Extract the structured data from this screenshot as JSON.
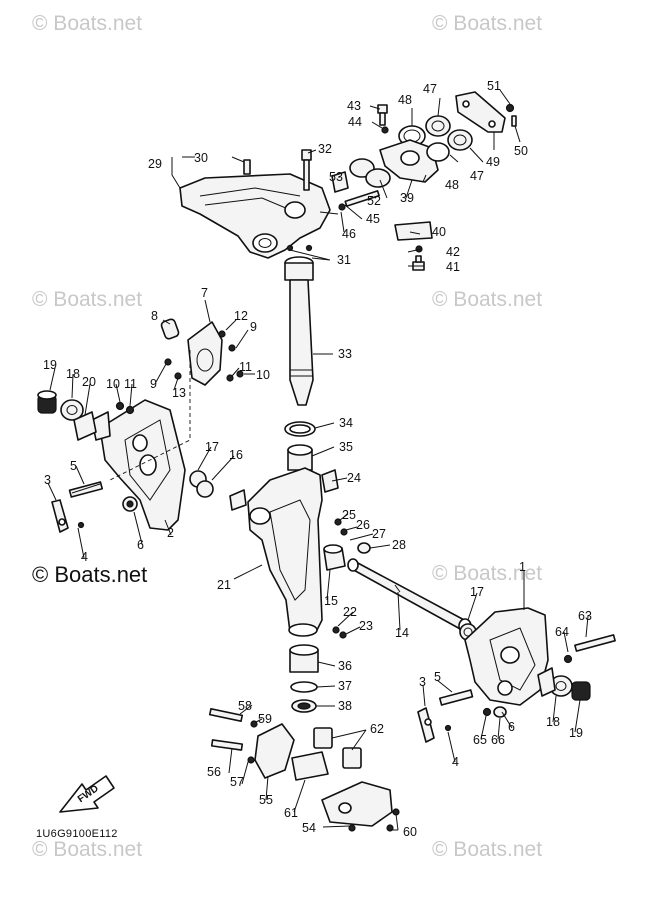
{
  "watermarks": {
    "top_left": "© Boats.net",
    "top_right": "© Boats.net",
    "mid_left": "© Boats.net",
    "mid_right": "© Boats.net",
    "left_dark": "© Boats.net",
    "lower_right": "© Boats.net",
    "bottom_left": "© Boats.net",
    "bottom_right": "© Boats.net"
  },
  "diagram_code": "1U6G9100E112",
  "fwd_label": "FWD",
  "part_numbers": [
    "1",
    "2",
    "3",
    "4",
    "5",
    "6",
    "7",
    "8",
    "9",
    "10",
    "11",
    "12",
    "13",
    "14",
    "15",
    "16",
    "17",
    "18",
    "19",
    "20",
    "21",
    "22",
    "23",
    "24",
    "25",
    "26",
    "27",
    "28",
    "29",
    "30",
    "31",
    "32",
    "33",
    "34",
    "35",
    "36",
    "37",
    "38",
    "39",
    "40",
    "41",
    "42",
    "43",
    "44",
    "45",
    "46",
    "47",
    "48",
    "49",
    "50",
    "51",
    "52",
    "53",
    "54",
    "55",
    "56",
    "57",
    "58",
    "59",
    "60",
    "61",
    "62",
    "63",
    "64",
    "65",
    "66"
  ]
}
